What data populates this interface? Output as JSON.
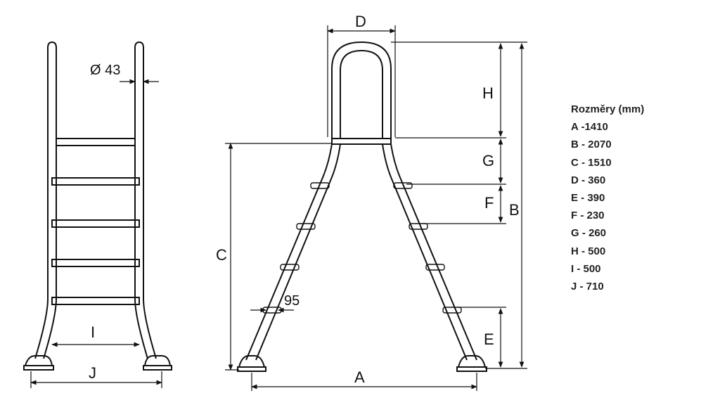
{
  "front_view": {
    "diameter_label": "Ø 43",
    "width_inner_label": "I",
    "width_outer_label": "J"
  },
  "side_view": {
    "labels": {
      "A": "A",
      "B": "B",
      "C": "C",
      "D": "D",
      "E": "E",
      "F": "F",
      "G": "G",
      "H": "H"
    },
    "step_depth_label": "95"
  },
  "legend": {
    "title": "Rozměry (mm)",
    "items": [
      "A -1410",
      "B - 2070",
      "C - 1510",
      "D - 360",
      "E - 390",
      "F - 230",
      "G - 260",
      "H - 500",
      "I - 500",
      "J - 710"
    ]
  }
}
